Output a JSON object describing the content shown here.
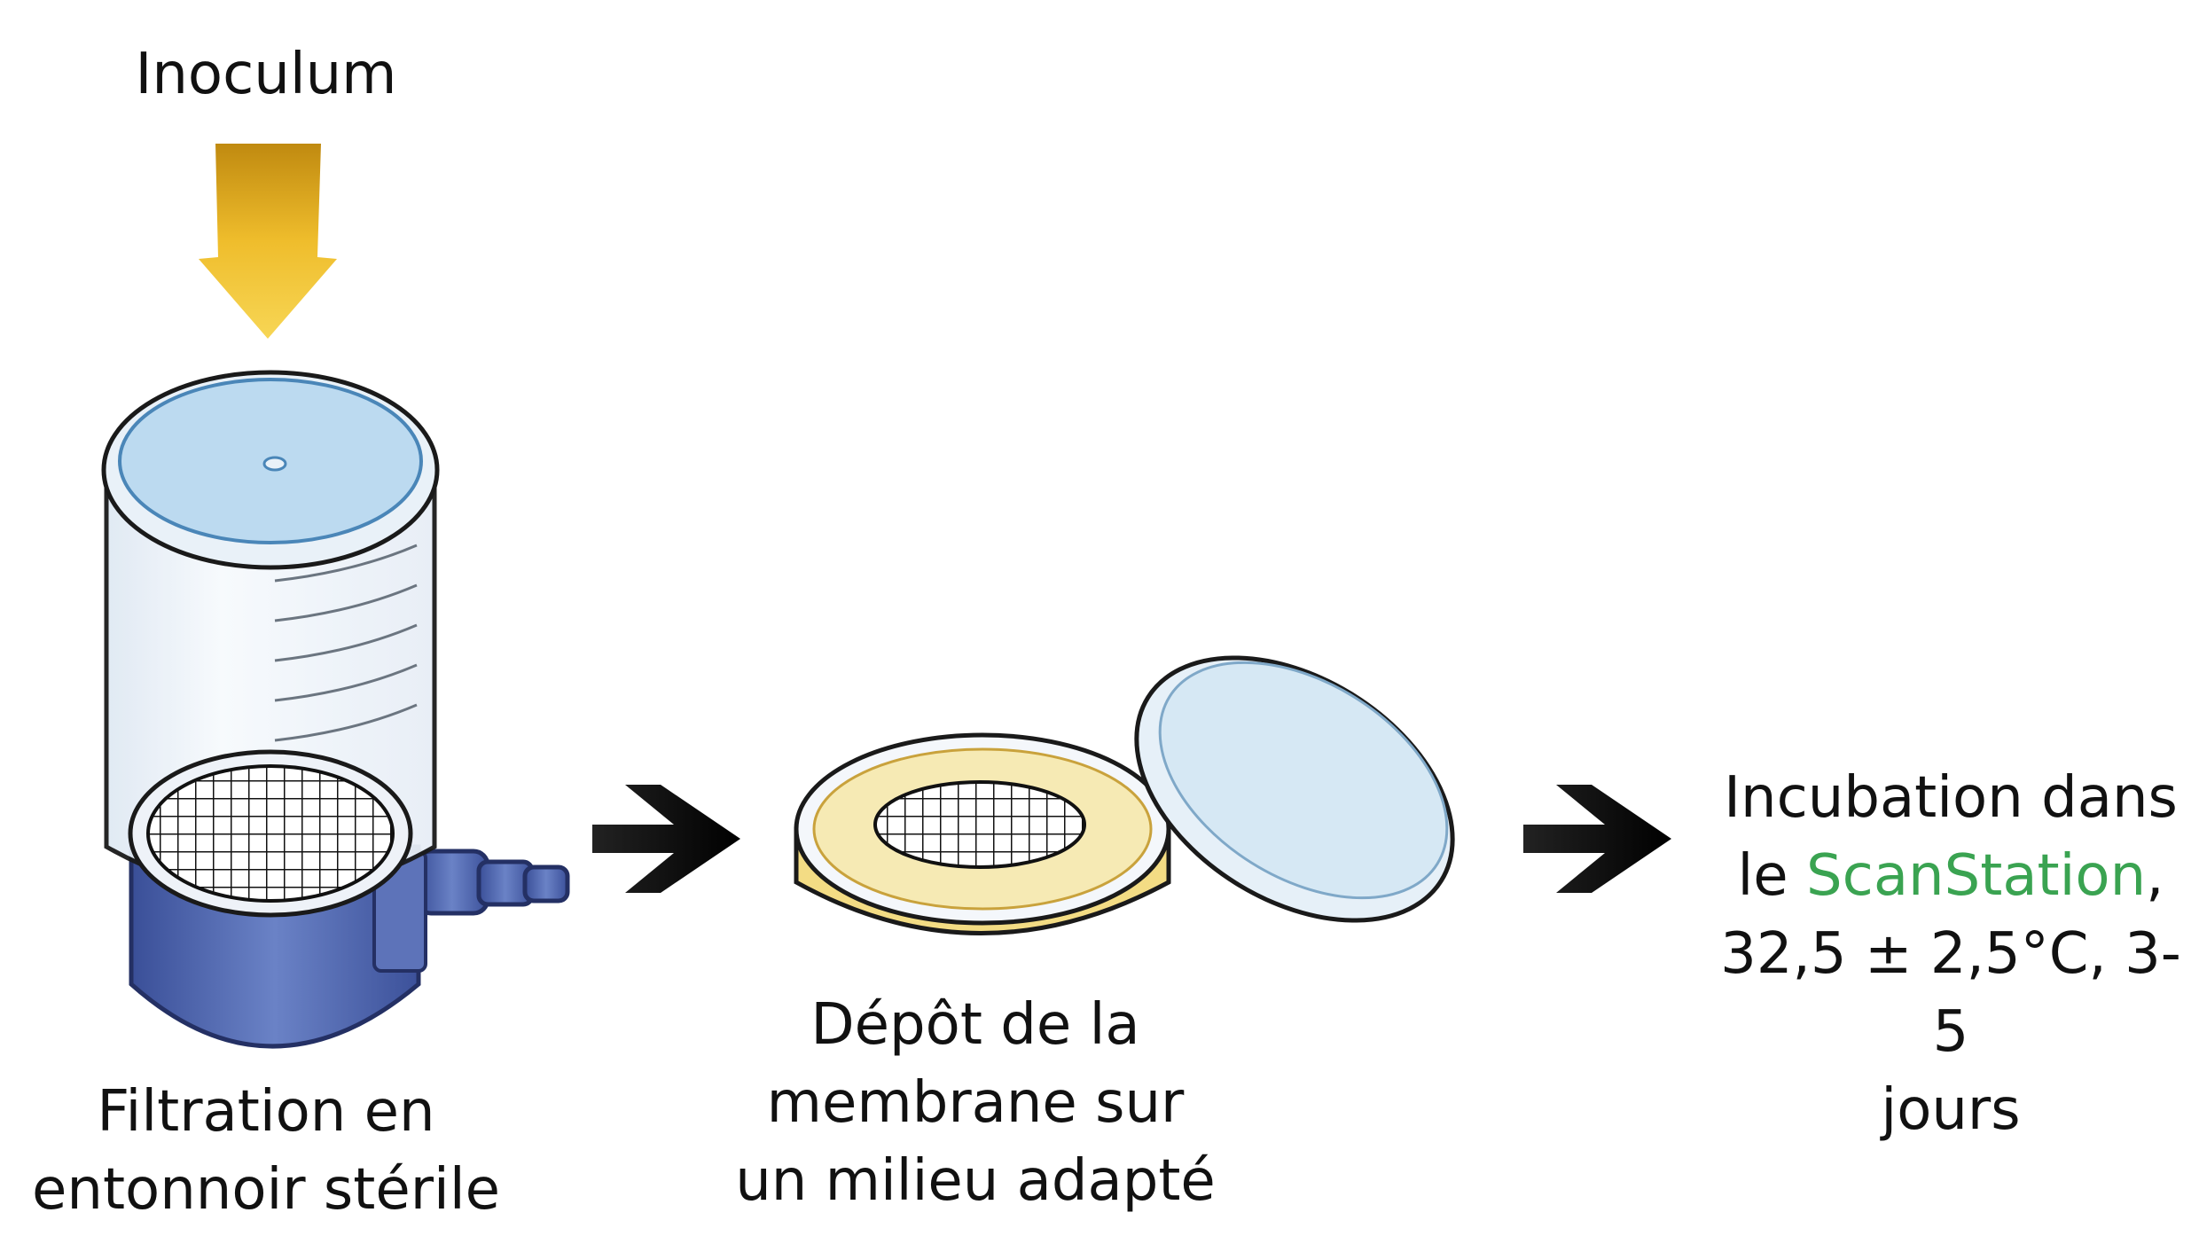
{
  "inoculum_label": "Inoculum",
  "step1_label": [
    "Filtration en",
    "entonnoir stérile"
  ],
  "step2_label": [
    "Dépôt de la",
    "membrane sur",
    "un milieu adapté"
  ],
  "step3_label": {
    "line1": "Incubation dans",
    "line2_prefix": "le ",
    "line2_highlight": "ScanStation",
    "line2_suffix": ",",
    "line3": "32,5 ± 2,5°C, 3-5",
    "line4": "jours"
  },
  "icons": [
    "down-arrow-icon",
    "filter-funnel-icon",
    "right-arrow-icon",
    "petri-dish-icon",
    "petri-lid-icon"
  ],
  "colors": {
    "highlight": "#3aa351",
    "arrow_gold": "#e8b820",
    "funnel_blue": "#4b62ad",
    "agar": "#f5e7a8"
  }
}
